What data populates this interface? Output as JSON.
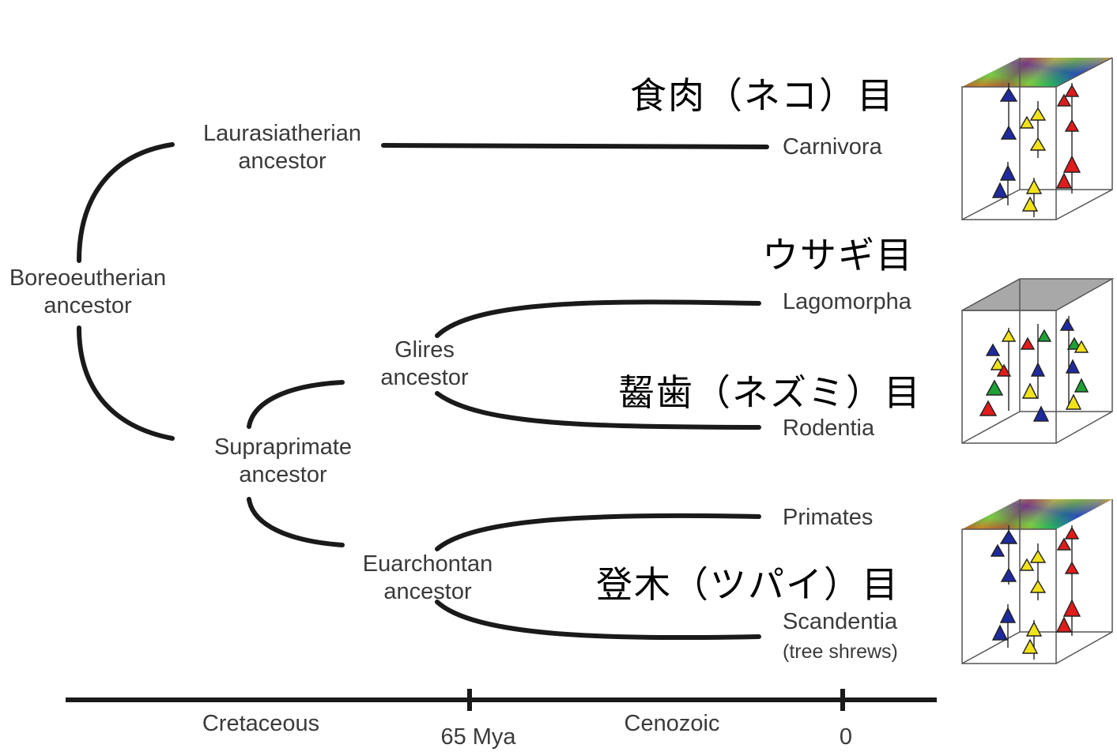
{
  "nodes": {
    "laurasiatherian": "Laurasiatherian\nancestor",
    "boreoeutherian": "Boreoeutherian\nancestor",
    "glires": "Glires\nancestor",
    "supraprimate": "Supraprimate\nancestor",
    "euarchontan": "Euarchontan\nancestor"
  },
  "taxa": {
    "carnivora": "Carnivora",
    "lagomorpha": "Lagomorpha",
    "rodentia": "Rodentia",
    "primates": "Primates",
    "scandentia": "Scandentia",
    "scandentia_note": "(tree shrews)"
  },
  "japanese_labels": {
    "carnivora": "食肉（ネコ）目",
    "lagomorpha": "ウサギ目",
    "rodentia": "齧歯（ネズミ）目",
    "scandentia": "登木（ツパイ）目"
  },
  "timeline": {
    "cretaceous": "Cretaceous",
    "boundary": "65 Mya",
    "cenozoic": "Cenozoic",
    "present": "0"
  },
  "neuron_colors": {
    "blue": "#1f2a9e",
    "yellow": "#f2e21a",
    "red": "#e01b1b",
    "green": "#1ea034",
    "gray_top": "#a8a8a8"
  }
}
